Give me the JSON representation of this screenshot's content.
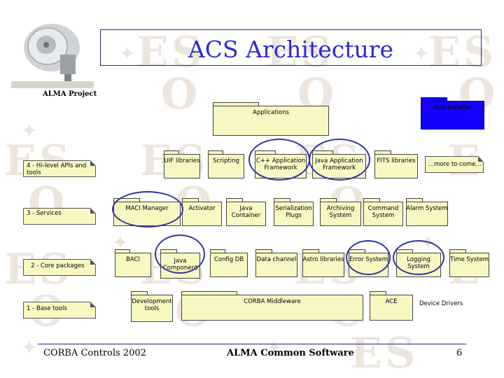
{
  "title": "ACS Architecture",
  "project": "ALMA Project",
  "packages": {
    "applications": "Applications",
    "acs_installer": "ACS installer",
    "uif_libraries": "UIF libraries",
    "scripting": "Scripting",
    "cpp_app_framework": "C++ Application Framework",
    "java_app_framework": "Java Application Framework",
    "fits_libraries": "FITS libraries",
    "maci_manager": "MACI Manager",
    "activator": "Activator",
    "java_container": "Java Container",
    "serialization_plugs": "Serialization Plugs",
    "archiving_system": "Archiving System",
    "command_system": "Command System",
    "alarm_system": "Alarm System",
    "baci": "BACI",
    "java_component": "Java Component",
    "config_db": "Config DB",
    "data_channel": "Data channel",
    "astro_libraries": "Astro libraries",
    "error_system": "Error System",
    "logging_system": "Logging System",
    "time_system": "Time System",
    "development_tools": "Development tools",
    "corba_middleware": "CORBA Middleware",
    "ace": "ACE",
    "device_drivers": "Device Drivers"
  },
  "notes": {
    "more_to_come": "...more to come...",
    "layer4": "4 - Hi-level APIs and tools",
    "layer3": "3 - Services",
    "layer2": "2 - Core packages",
    "layer1": "1 - Base tools"
  },
  "footer": {
    "left": "CORBA Controls 2002",
    "center": "ALMA Common Software",
    "page": "6"
  },
  "colors": {
    "title": "#2b2bd0",
    "package_fill": "#f8f7c2",
    "installer_fill": "#1400ff",
    "highlight_oval": "#3434a0"
  }
}
